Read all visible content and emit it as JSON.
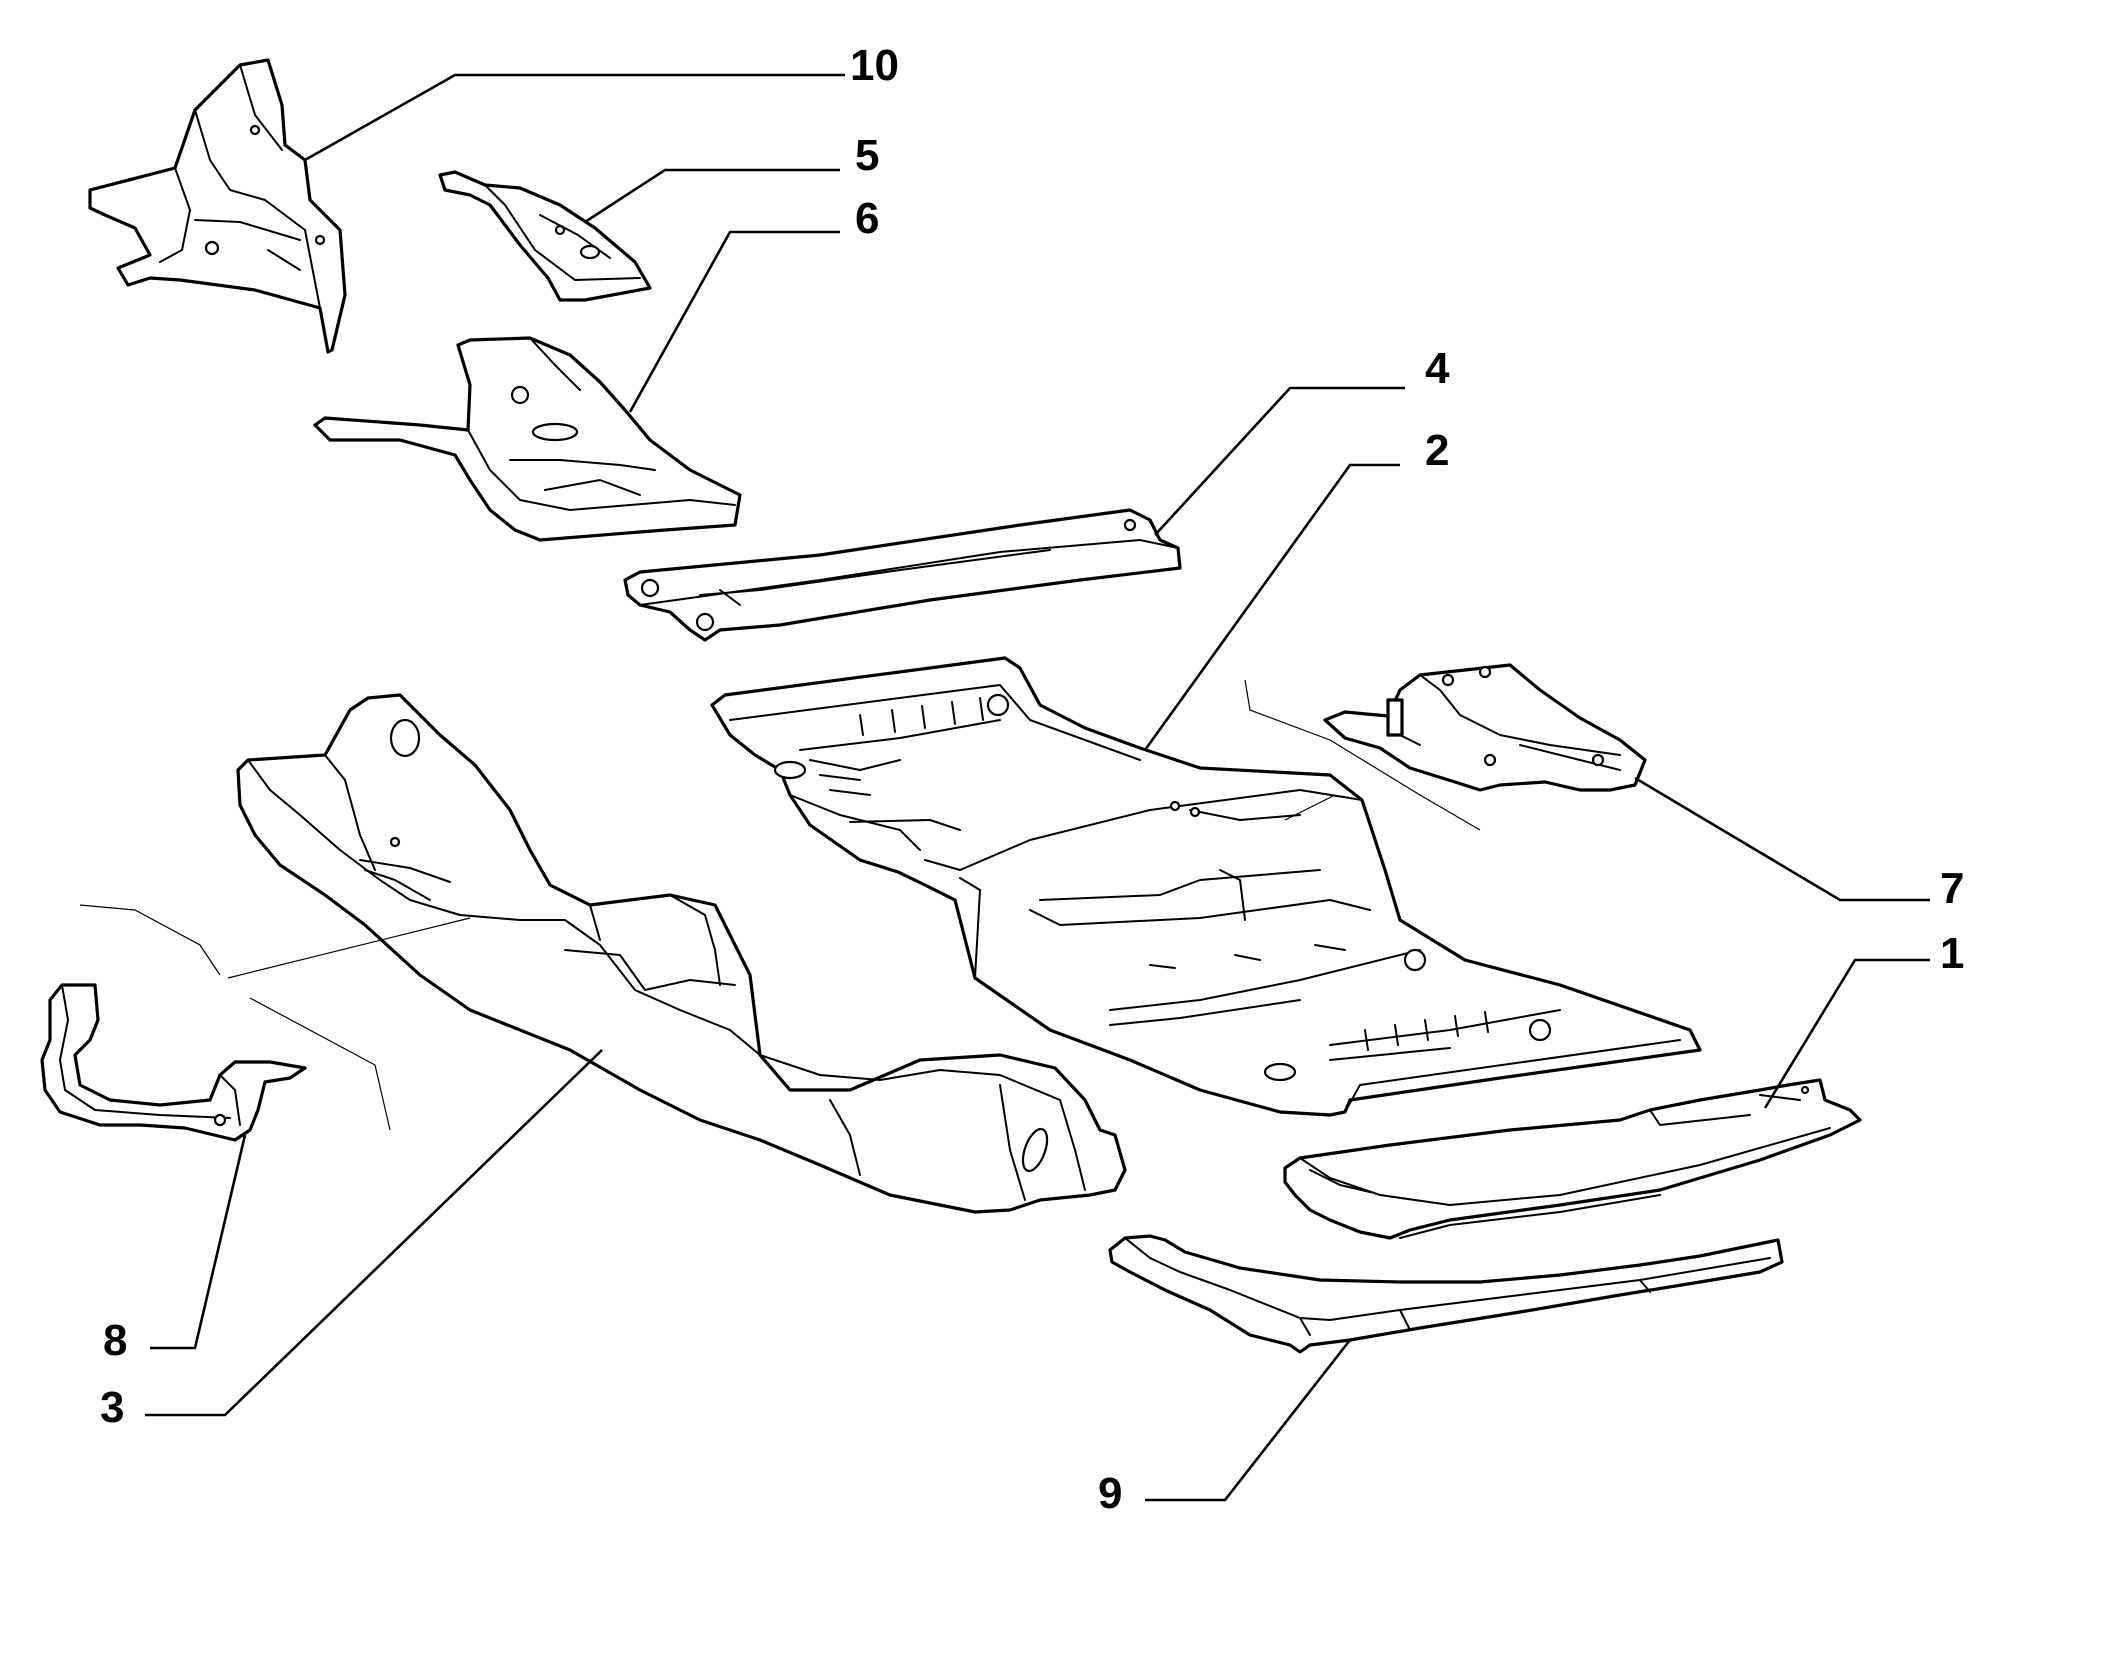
{
  "callouts": [
    {
      "part": "10",
      "label": "10"
    },
    {
      "part": "5",
      "label": "5"
    },
    {
      "part": "6",
      "label": "6"
    },
    {
      "part": "4",
      "label": "4"
    },
    {
      "part": "2",
      "label": "2"
    },
    {
      "part": "7",
      "label": "7"
    },
    {
      "part": "1",
      "label": "1"
    },
    {
      "part": "8",
      "label": "8"
    },
    {
      "part": "3",
      "label": "3"
    },
    {
      "part": "9",
      "label": "9"
    }
  ]
}
